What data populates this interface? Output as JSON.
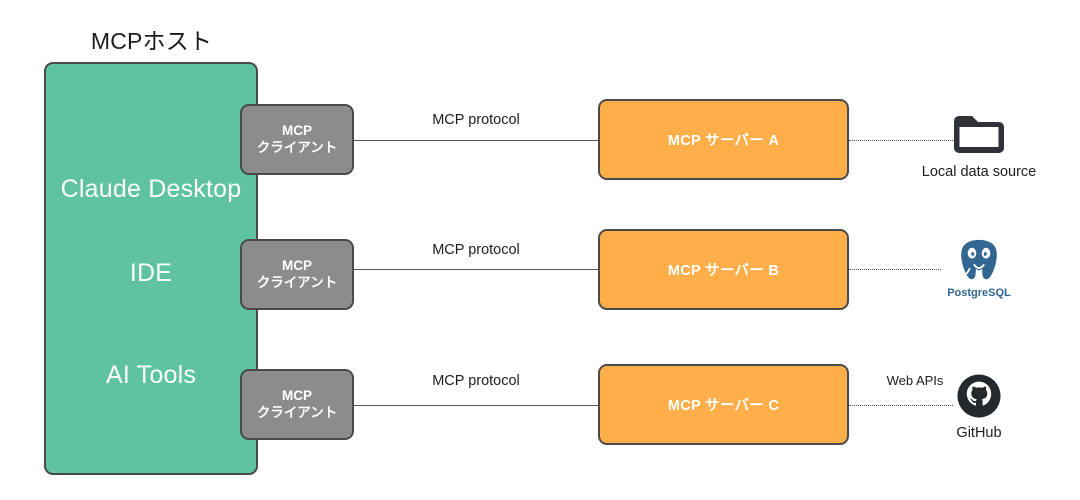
{
  "diagram": {
    "host": {
      "title": "MCPホスト",
      "color": "#5FC2A0",
      "items": [
        {
          "label": "Claude Desktop"
        },
        {
          "label": "IDE"
        },
        {
          "label": "AI Tools"
        }
      ]
    },
    "clients": [
      {
        "line1": "MCP",
        "line2": "クライアント"
      },
      {
        "line1": "MCP",
        "line2": "クライアント"
      },
      {
        "line1": "MCP",
        "line2": "クライアント"
      }
    ],
    "client_color": "#8C8C8C",
    "servers": [
      {
        "label": "MCP サーバー A"
      },
      {
        "label": "MCP サーバー B"
      },
      {
        "label": "MCP サーバー C"
      }
    ],
    "server_color": "#FFAE4A",
    "protocol_labels": [
      "MCP protocol",
      "MCP protocol",
      "MCP protocol"
    ],
    "external": [
      {
        "icon": "folder-icon",
        "caption": "Local data source",
        "link_label": ""
      },
      {
        "icon": "postgresql-icon",
        "caption": "PostgreSQL",
        "link_label": ""
      },
      {
        "icon": "github-icon",
        "caption": "GitHub",
        "link_label": "Web APIs"
      }
    ],
    "api_label": "Web APIs",
    "colors": {
      "background": "#FFFFFF",
      "host_fill": "#5FC2A0",
      "client_fill": "#8C8C8C",
      "server_fill": "#FFAE4A",
      "stroke": "#4A4A4A",
      "text_dark": "#1A1A1A",
      "text_light": "#FFFFFF",
      "postgres_blue": "#336791",
      "github_dark": "#24292E"
    }
  }
}
